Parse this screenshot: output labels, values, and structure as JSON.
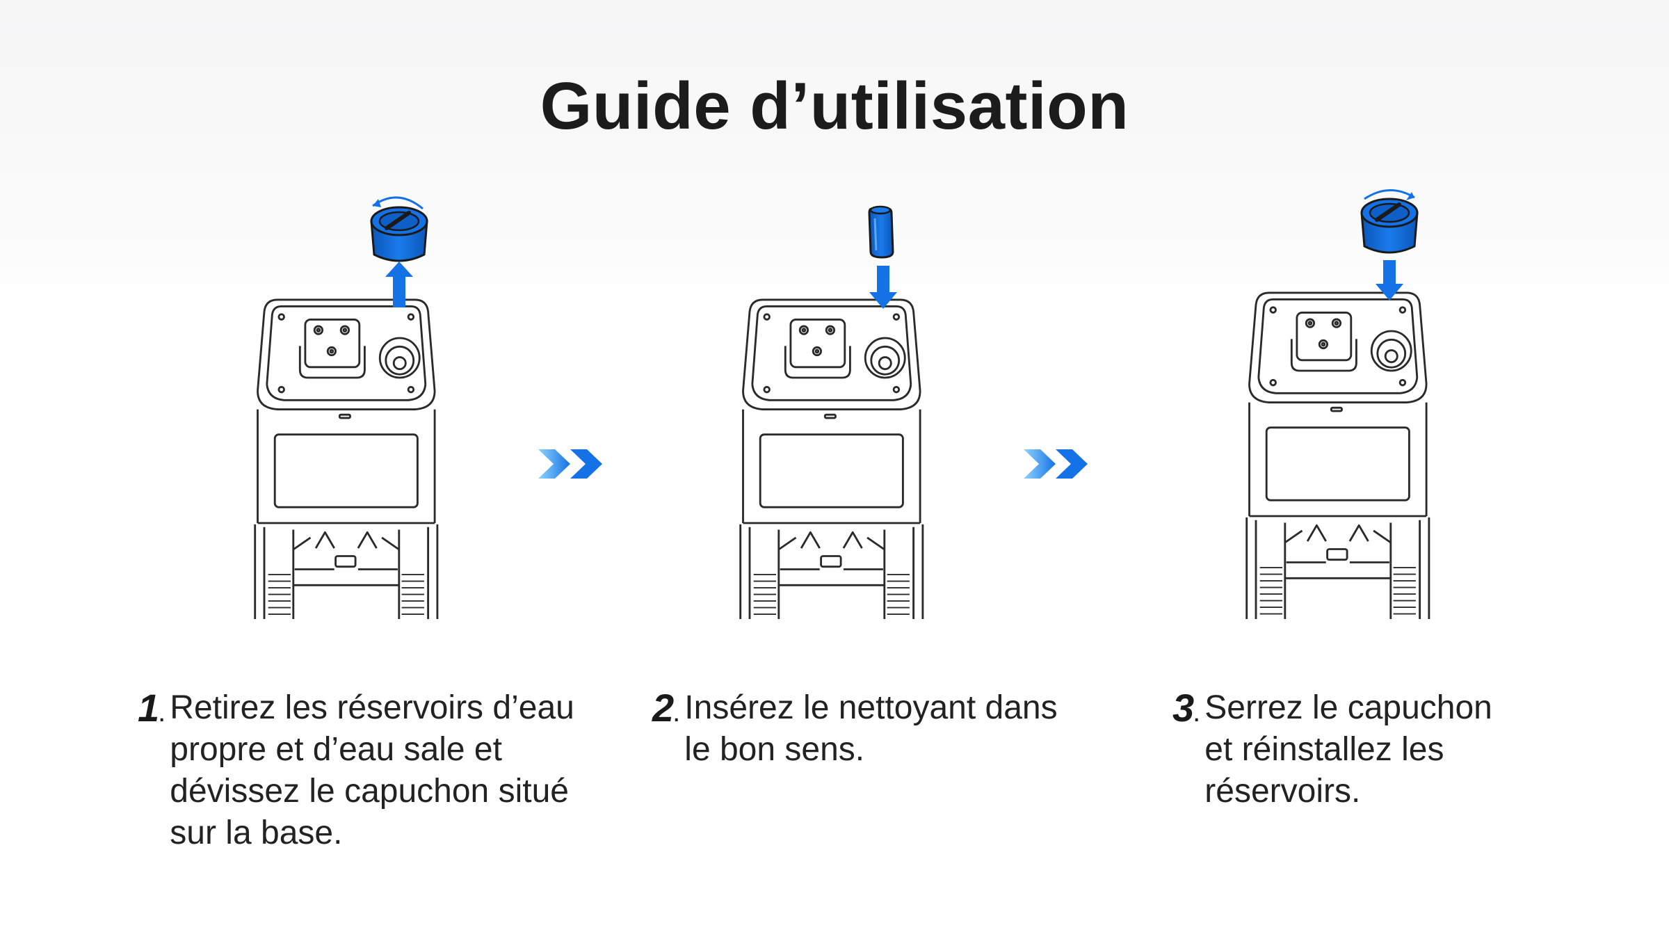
{
  "title": "Guide d’utilisation",
  "colors": {
    "accent_blue": "#1572e6",
    "accent_blue_dark": "#0c56b8",
    "arrow_light": "#6cc0f8",
    "line_art": "#2a2a2a"
  },
  "illustrations": [
    {
      "part": "cap",
      "direction": "up",
      "rotation": "counter-clockwise"
    },
    {
      "part": "cleaner-bottle",
      "direction": "down"
    },
    {
      "part": "cap",
      "direction": "down",
      "rotation": "clockwise"
    }
  ],
  "steps": [
    {
      "number": "1",
      "lines": [
        "Retirez les réservoirs d’eau",
        "propre et d’eau sale et",
        "dévissez le capuchon situé",
        "sur la base."
      ]
    },
    {
      "number": "2",
      "lines": [
        "Insérez le nettoyant dans",
        "le bon sens."
      ]
    },
    {
      "number": "3",
      "lines": [
        "Serrez le capuchon",
        "et réinstallez les",
        "réservoirs."
      ]
    }
  ]
}
